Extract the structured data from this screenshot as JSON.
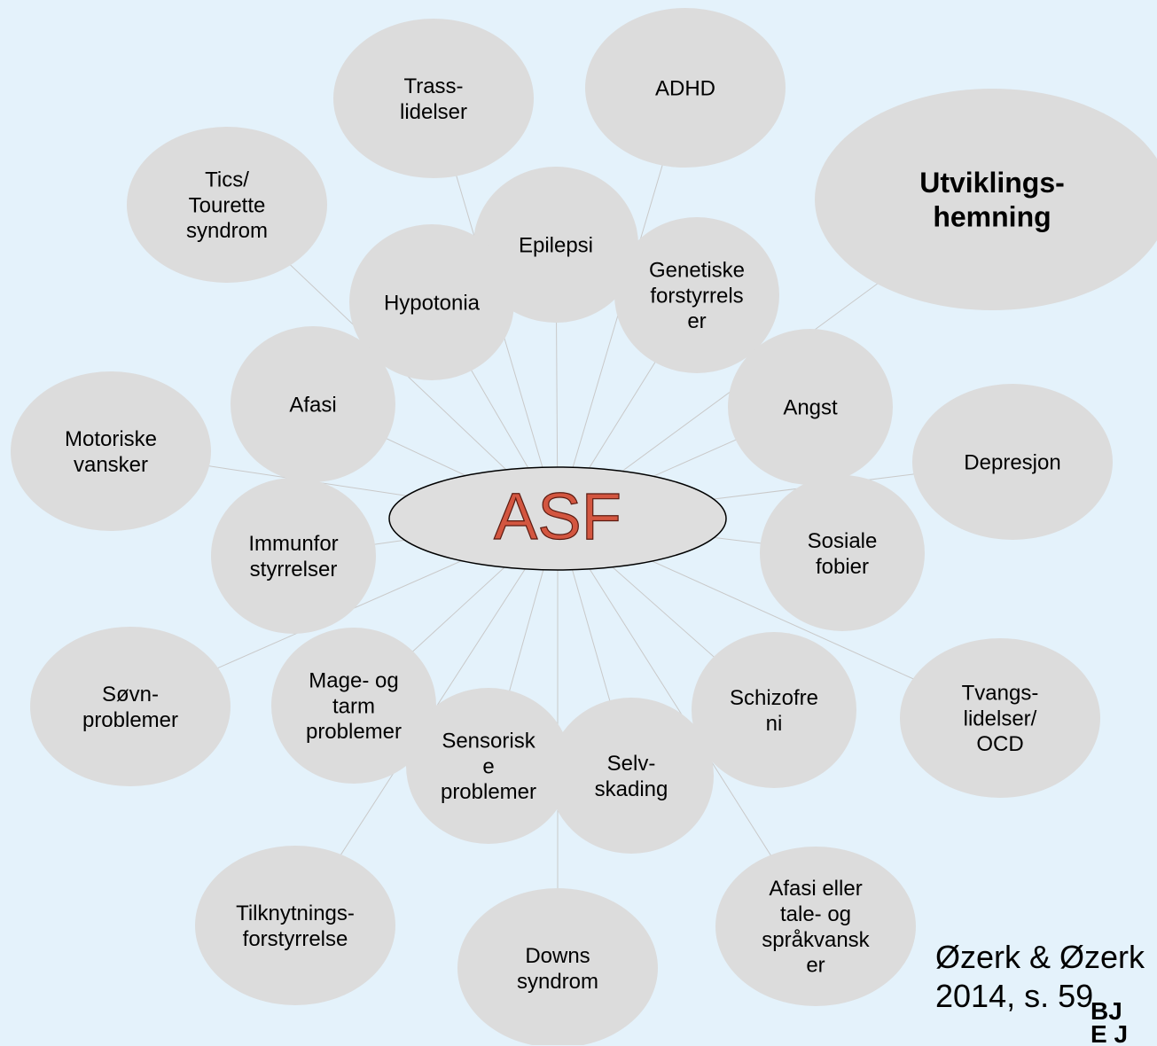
{
  "center": {
    "label": "ASF",
    "color": "#d35640"
  },
  "nodes": [
    {
      "id": "trass",
      "lines": [
        "Trass-",
        "lidelser"
      ]
    },
    {
      "id": "adhd",
      "lines": [
        "ADHD"
      ]
    },
    {
      "id": "utviklingshemning",
      "lines": [
        "Utviklings-",
        "hemning"
      ],
      "bold": true
    },
    {
      "id": "tics",
      "lines": [
        "Tics/",
        "Tourette",
        "syndrom"
      ]
    },
    {
      "id": "epilepsi",
      "lines": [
        "Epilepsi"
      ]
    },
    {
      "id": "genetiske",
      "lines": [
        "Genetiske",
        "forstyrrels",
        "er"
      ]
    },
    {
      "id": "hypotonia",
      "lines": [
        "Hypotonia"
      ]
    },
    {
      "id": "afasi",
      "lines": [
        "Afasi"
      ]
    },
    {
      "id": "angst",
      "lines": [
        "Angst"
      ]
    },
    {
      "id": "motoriske",
      "lines": [
        "Motoriske",
        "vansker"
      ]
    },
    {
      "id": "depresjon",
      "lines": [
        "Depresjon"
      ]
    },
    {
      "id": "immunforstyrrelser",
      "lines": [
        "Immunfor",
        "styrrelser"
      ]
    },
    {
      "id": "sosiale",
      "lines": [
        "Sosiale",
        "fobier"
      ]
    },
    {
      "id": "sovn",
      "lines": [
        "Søvn-",
        "problemer"
      ]
    },
    {
      "id": "mage",
      "lines": [
        "Mage- og",
        "tarm",
        "problemer"
      ]
    },
    {
      "id": "schizofreni",
      "lines": [
        "Schizofre",
        "ni"
      ]
    },
    {
      "id": "tvangs",
      "lines": [
        "Tvangs-",
        "lidelser/",
        "OCD"
      ]
    },
    {
      "id": "sensoriske",
      "lines": [
        "Sensorisk",
        "e",
        "problemer"
      ]
    },
    {
      "id": "selvskading",
      "lines": [
        "Selv-",
        "skading"
      ]
    },
    {
      "id": "tilknytning",
      "lines": [
        "Tilknytnings-",
        "forstyrrelse"
      ]
    },
    {
      "id": "downs",
      "lines": [
        "Downs",
        "syndrom"
      ]
    },
    {
      "id": "afasi-tale",
      "lines": [
        "Afasi eller",
        "tale- og",
        "språkvansk",
        "er"
      ]
    }
  ],
  "citation": {
    "line1": "Øzerk & Øzerk",
    "line2": "2014, s. 59"
  },
  "logo": {
    "text": "BJ",
    "text2": "E J"
  },
  "colors": {
    "background": "#e4f2fb",
    "node": "#dcdcdc",
    "line": "#c9c9c9",
    "center_text": "#d35640"
  }
}
